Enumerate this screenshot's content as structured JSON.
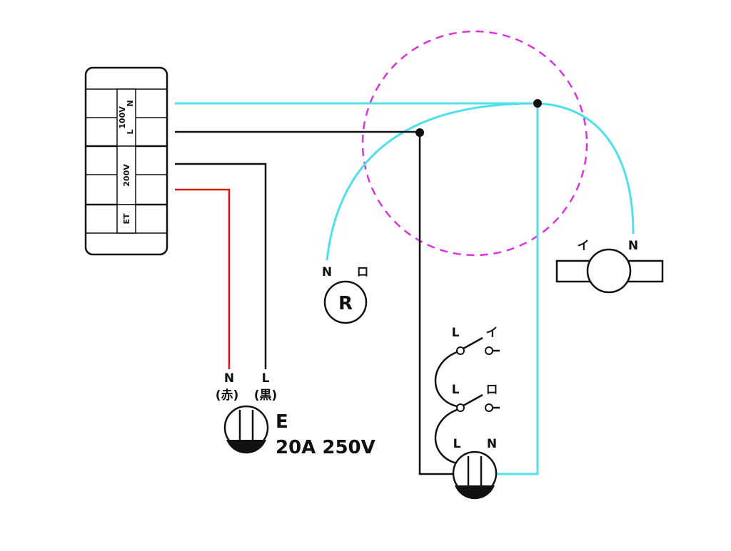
{
  "colors": {
    "cyan": "#4fe0ec",
    "black": "#111111",
    "red": "#e01010",
    "magenta": "#dd33dd",
    "white": "#ffffff"
  },
  "terminal_block": {
    "labels": {
      "v100": "100V",
      "n": "N",
      "l": "L",
      "v200": "200V",
      "et": "ET"
    }
  },
  "outlet_200v": {
    "n_label": "N",
    "n_color": "(赤)",
    "l_label": "L",
    "l_color": "(黒)",
    "earth_label": "E",
    "rating": "20A 250V"
  },
  "lamp_r": {
    "symbol": "R",
    "n_label": "N",
    "ro_label": "ロ"
  },
  "fan_lamp": {
    "i_label": "イ",
    "n_label": "N"
  },
  "switch_i": {
    "l_label": "L",
    "i_label": "イ"
  },
  "switch_ro": {
    "l_label": "L",
    "ro_label": "ロ"
  },
  "outlet_100v": {
    "l_label": "L",
    "n_label": "N"
  },
  "icons": [
    "terminal-block",
    "junction-box-dashed-circle",
    "lamp-receptacle-r",
    "ceiling-lamp",
    "switch",
    "outlet"
  ]
}
